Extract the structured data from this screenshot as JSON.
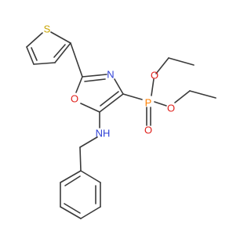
{
  "colors": {
    "background": "#ffffff",
    "bond": "#3a3a3a",
    "S": "#c8a400",
    "N": "#2d3fd6",
    "O": "#e0201b",
    "P": "#ff8000",
    "C": "#3a3a3a"
  },
  "labels": {
    "s_thiophene": "S",
    "n_oxazole": "N",
    "o_oxazole": "O",
    "p_phosphonate": "P",
    "o_p_double": "O",
    "o_ester_1": "O",
    "o_ester_2": "O",
    "nh_amine": "NH"
  }
}
